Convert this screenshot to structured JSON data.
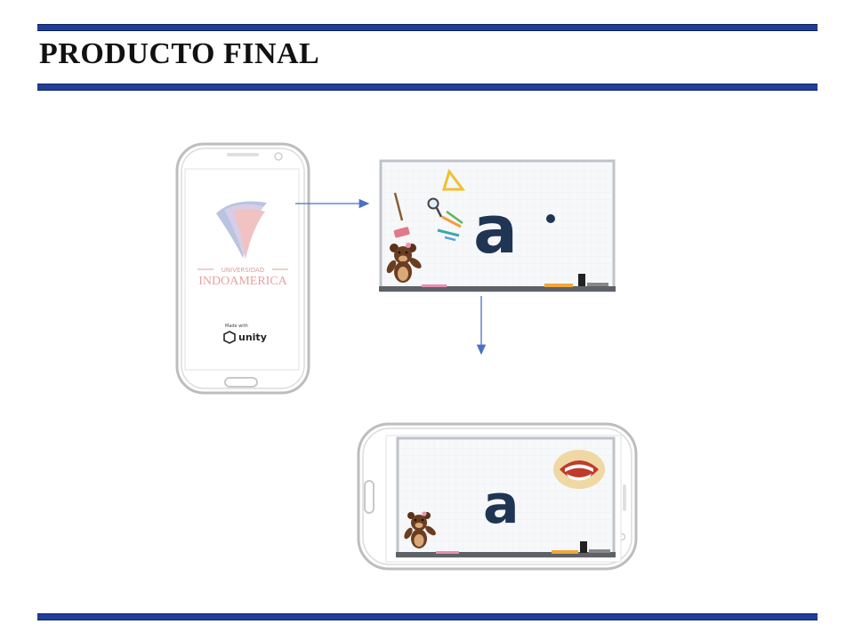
{
  "slide": {
    "title": "PRODUCTO FINAL",
    "accent_color": "#1f3f9a"
  },
  "splash": {
    "logo_line1": "UNIVERSIDAD",
    "logo_line2": "INDOAMERICA",
    "made_with": "Made with",
    "engine": "unity"
  },
  "board": {
    "letter": "a",
    "dot": "."
  },
  "colors": {
    "letter": "#1f3553",
    "arrow": "#4a72c4",
    "logo_red": "#e9a1a1"
  }
}
